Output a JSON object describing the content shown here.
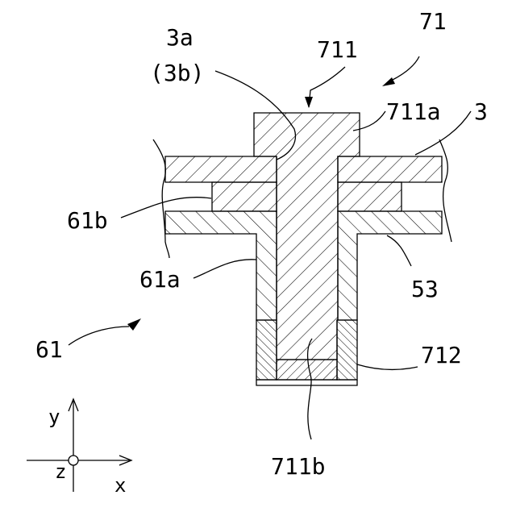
{
  "labels": {
    "ref_71": "71",
    "ref_711": "711",
    "ref_3a": "3a",
    "ref_3b": "(3b)",
    "ref_711a": "711a",
    "ref_3": "3",
    "ref_61b": "61b",
    "ref_53": "53",
    "ref_61a": "61a",
    "ref_61": "61",
    "ref_712": "712",
    "ref_711b": "711b"
  },
  "axes": {
    "y": "y",
    "z": "z",
    "x": "x"
  }
}
